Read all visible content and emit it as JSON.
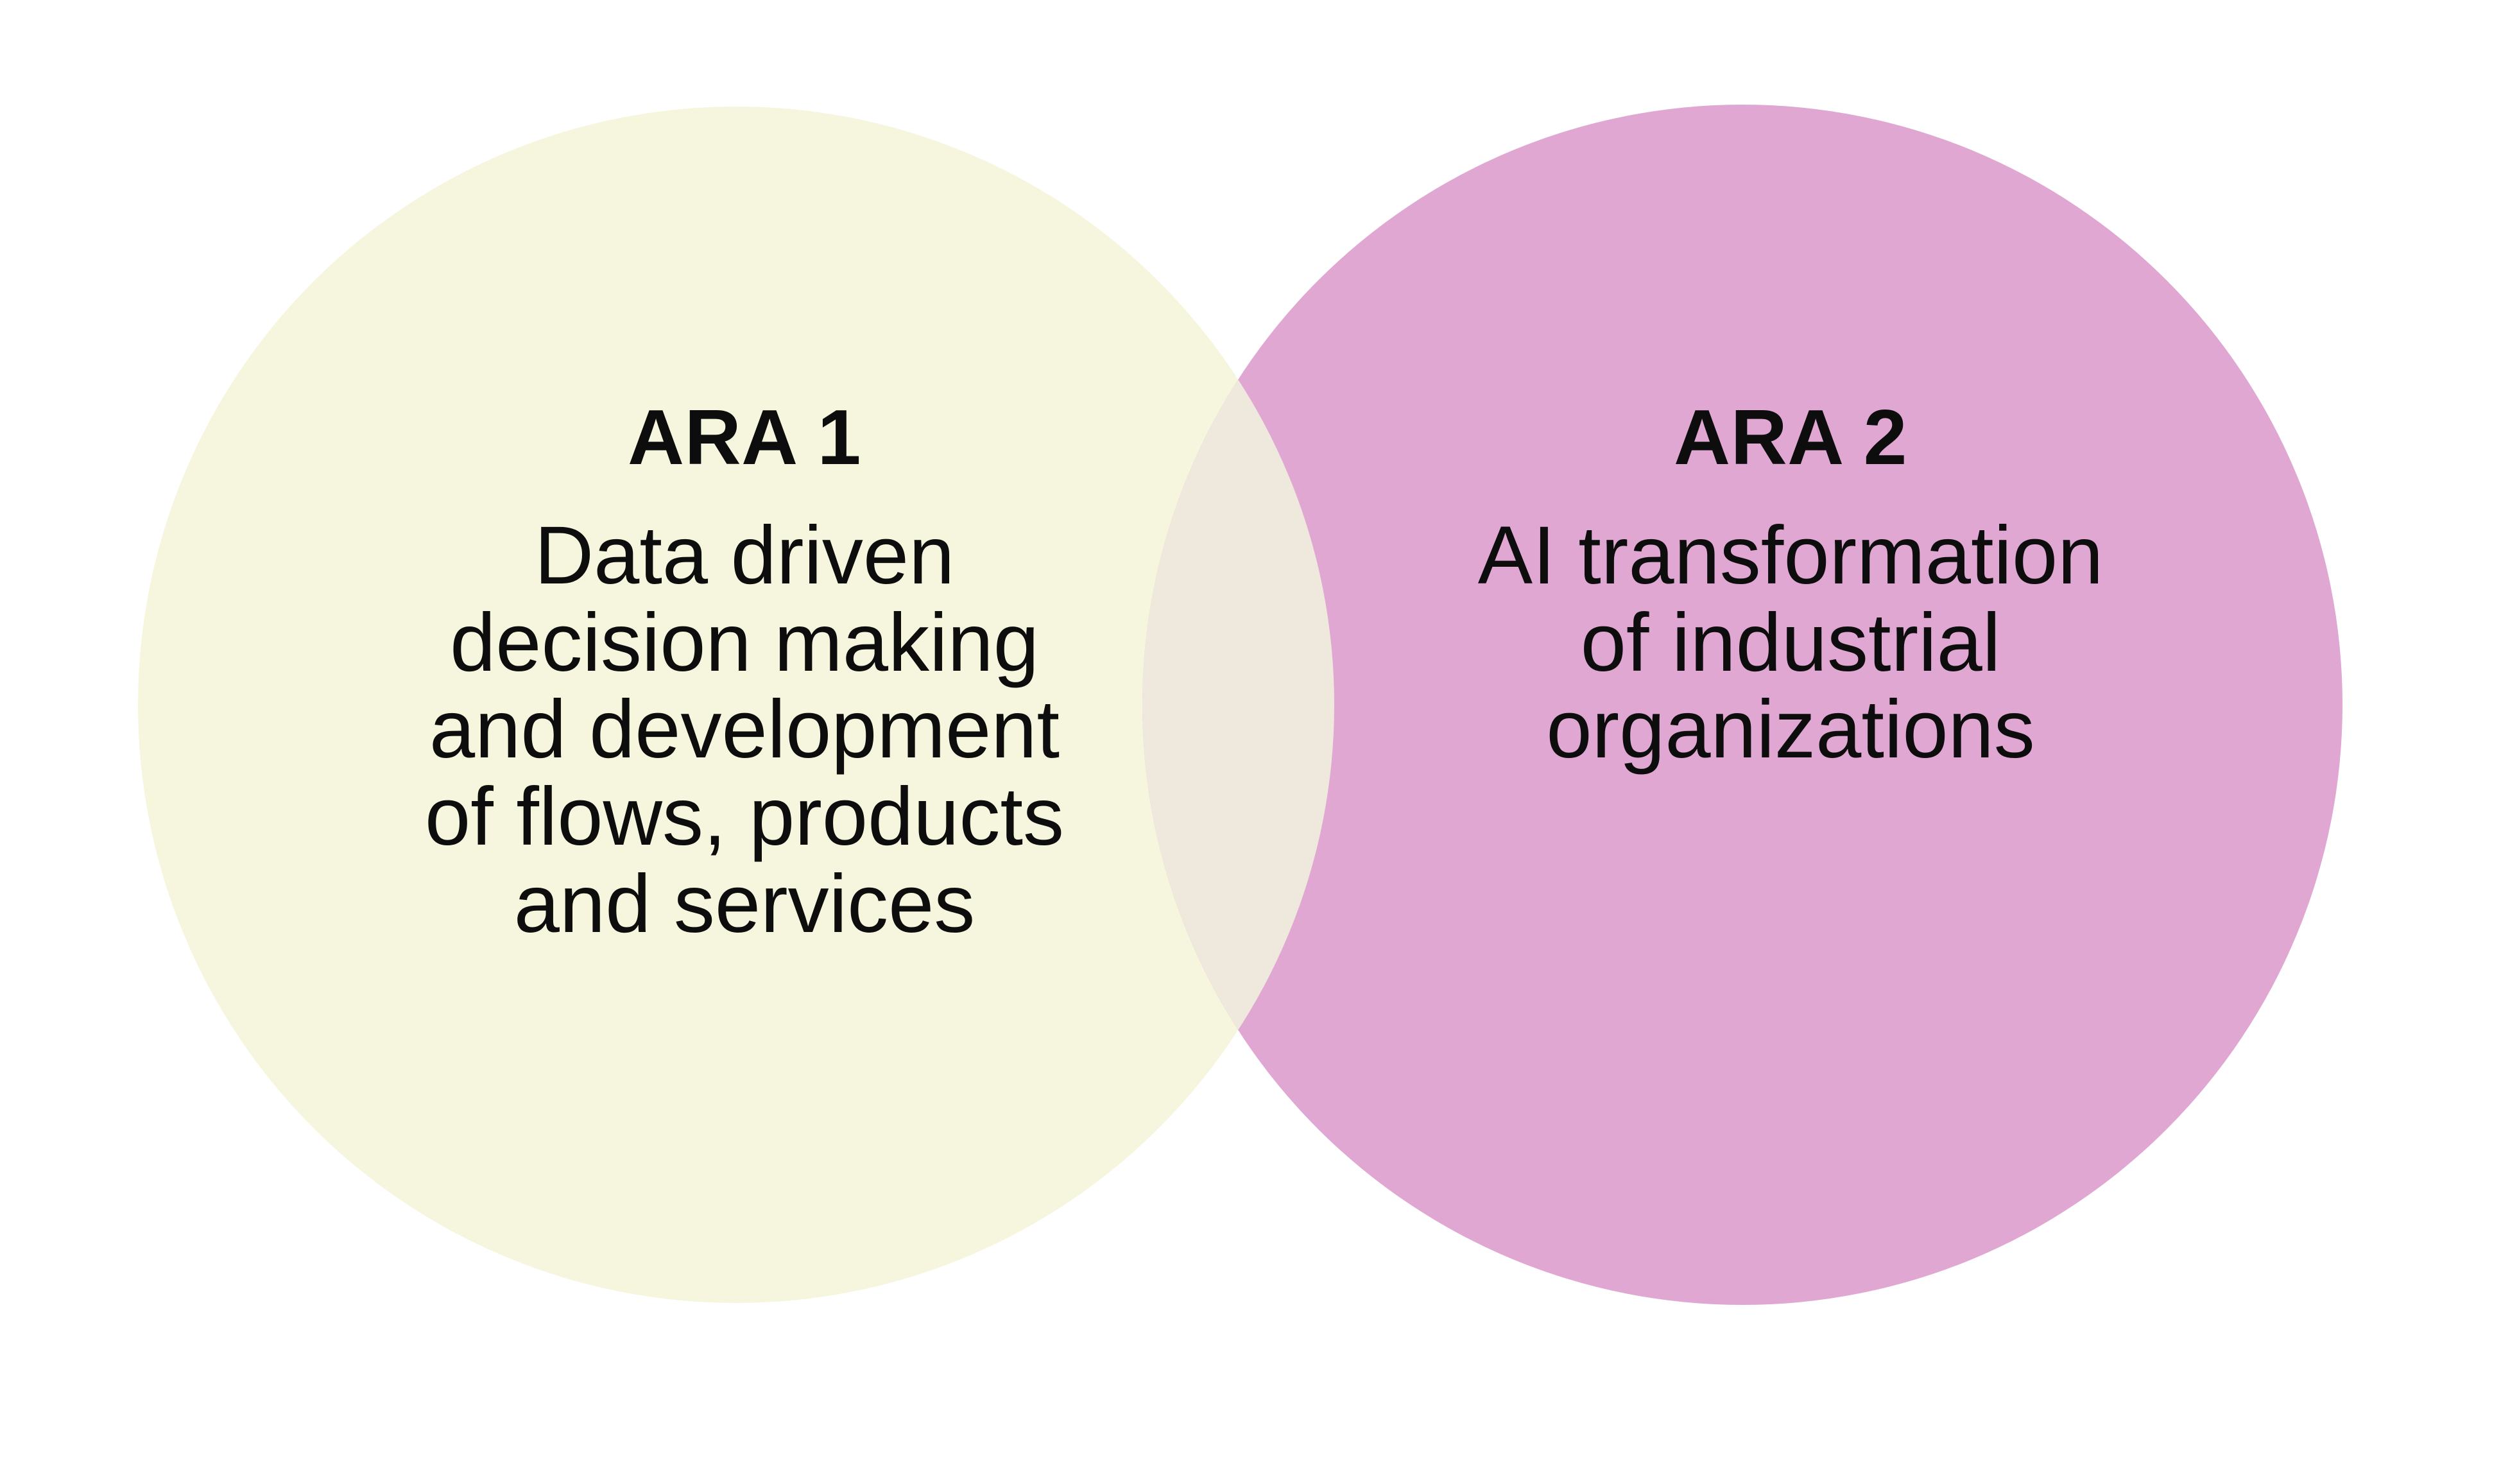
{
  "diagram": {
    "type": "venn",
    "background_color": "#ffffff",
    "sets": [
      {
        "id": "ara-1",
        "title": "ARA 1",
        "body_lines": [
          "Data driven",
          "decision making",
          "and development",
          "of flows, products",
          "and services"
        ],
        "body_text": "Data driven decision making and development of flows, products and services",
        "fill_color": "#f6f6de",
        "text_color": "#0d0d0d"
      },
      {
        "id": "ara-2",
        "title": "ARA 2",
        "body_lines": [
          "AI transformation",
          "of industrial",
          "organizations"
        ],
        "body_text": "AI transformation of industrial organizations",
        "fill_color": "#dfa7d2",
        "text_color": "#0d0d0d"
      }
    ],
    "overlap": {
      "fill_color": "#efe8dc"
    }
  }
}
